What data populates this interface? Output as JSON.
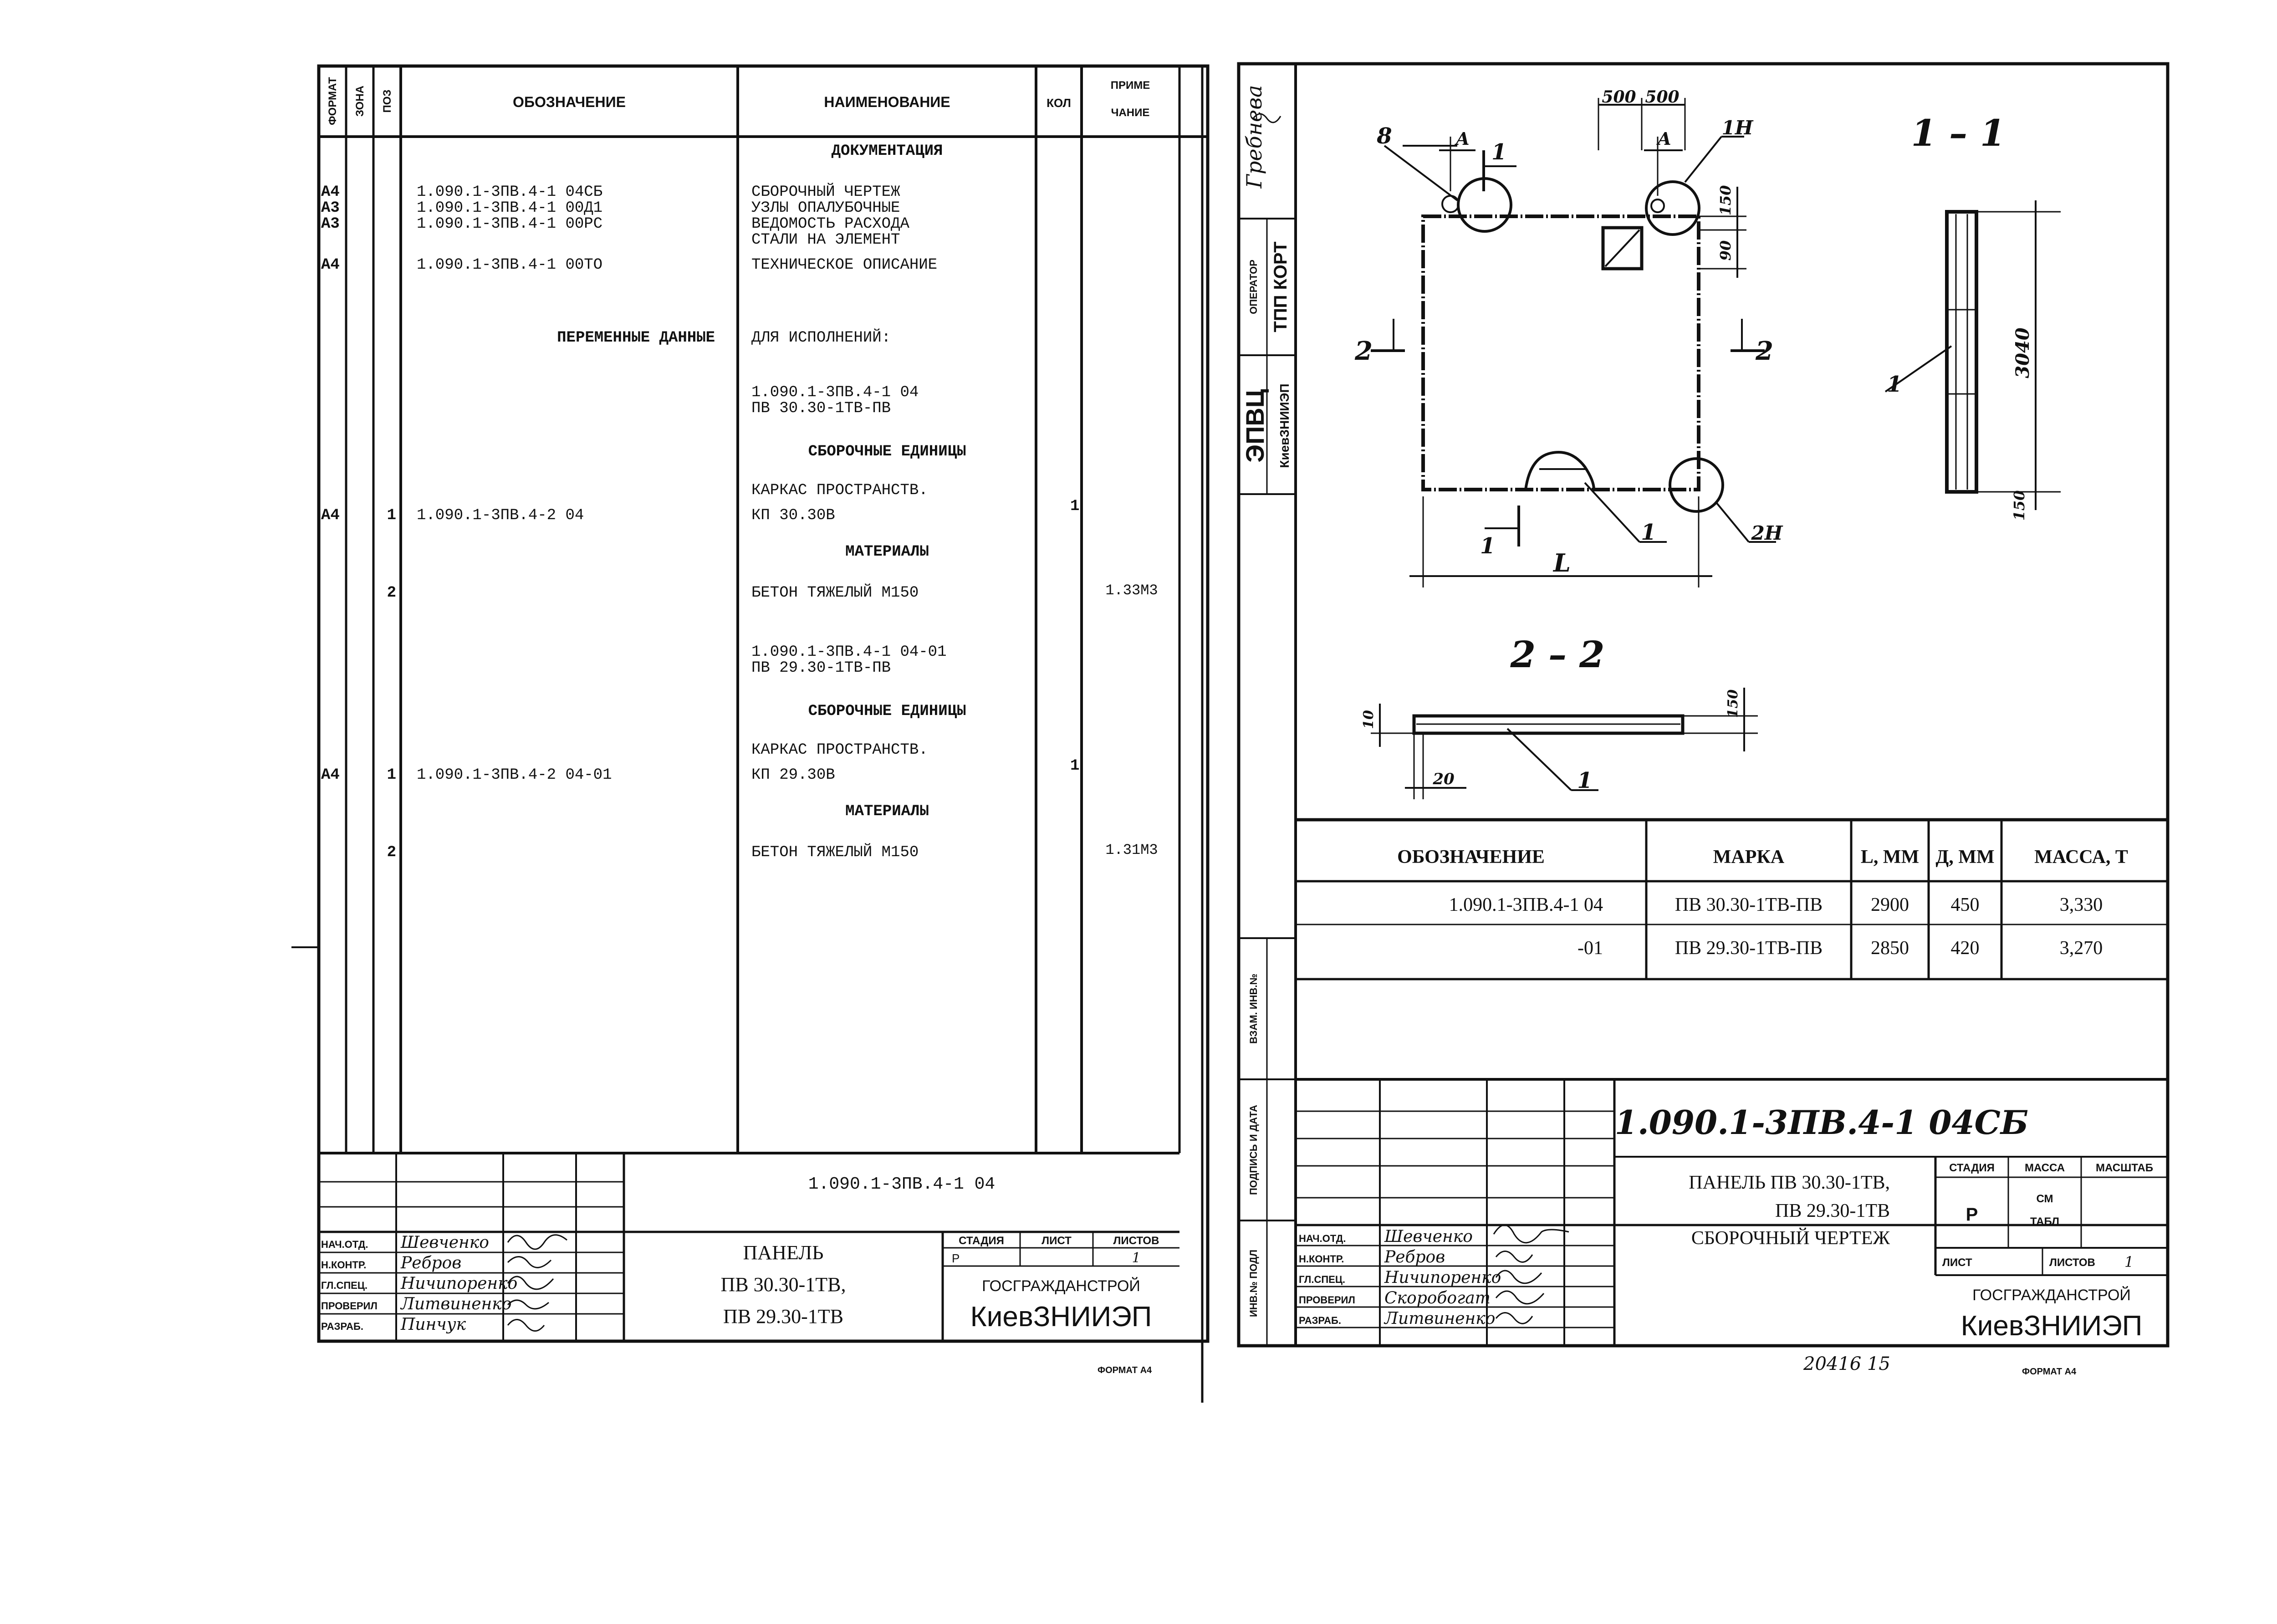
{
  "left_sheet": {
    "header": {
      "format": "ФОРМАТ",
      "zone": "ЗОНА",
      "pos": "ПОЗ",
      "designation": "ОБОЗНАЧЕНИЕ",
      "name": "НАИМЕНОВАНИЕ",
      "qty": "КОЛ",
      "note_1": "ПРИМЕ",
      "note_2": "ЧАНИЕ"
    },
    "rows": [
      {
        "fmt": "",
        "pos": "",
        "code": "",
        "name": "ДОКУМЕНТАЦИЯ",
        "qty": "",
        "note": "",
        "center": true
      },
      {
        "fmt": "А4",
        "pos": "",
        "code": "1.090.1-3ПВ.4-1 04СБ",
        "name": "СБОРОЧНЫЙ ЧЕРТЕЖ",
        "qty": "",
        "note": ""
      },
      {
        "fmt": "А3",
        "pos": "",
        "code": "1.090.1-3ПВ.4-1 00Д1",
        "name": "УЗЛЫ ОПАЛУБОЧНЫЕ",
        "qty": "",
        "note": ""
      },
      {
        "fmt": "А3",
        "pos": "",
        "code": "1.090.1-3ПВ.4-1 00РС",
        "name": "ВЕДОМОСТЬ РАСХОДА",
        "qty": "",
        "note": ""
      },
      {
        "fmt": "",
        "pos": "",
        "code": "",
        "name": " СТАЛИ НА ЭЛЕМЕНТ",
        "qty": "",
        "note": ""
      },
      {
        "fmt": "А4",
        "pos": "",
        "code": "1.090.1-3ПВ.4-1 00ТО",
        "name": "ТЕХНИЧЕСКОЕ ОПИСАНИЕ",
        "qty": "",
        "note": ""
      },
      {
        "fmt": "",
        "pos": "",
        "code": "ПЕРЕМЕННЫЕ ДАННЫЕ",
        "name": "ДЛЯ ИСПОЛНЕНИЙ:",
        "qty": "",
        "note": "",
        "code_right": true
      },
      {
        "fmt": "",
        "pos": "",
        "code": "",
        "name": "1.090.1-3ПВ.4-1 04",
        "qty": "",
        "note": ""
      },
      {
        "fmt": "",
        "pos": "",
        "code": "",
        "name": " ПВ 30.30-1ТВ-ПВ",
        "qty": "",
        "note": ""
      },
      {
        "fmt": "",
        "pos": "",
        "code": "",
        "name": "СБОРОЧНЫЕ ЕДИНИЦЫ",
        "qty": "",
        "note": "",
        "center": true
      },
      {
        "fmt": "",
        "pos": "",
        "code": "",
        "name": "КАРКАС ПРОСТРАНСТВ.",
        "qty": "",
        "note": ""
      },
      {
        "fmt": "А4",
        "pos": "1",
        "code": "1.090.1-3ПВ.4-2 04",
        "name": " КП 30.30В",
        "qty": "1",
        "note": ""
      },
      {
        "fmt": "",
        "pos": "",
        "code": "",
        "name": "МАТЕРИАЛЫ",
        "qty": "",
        "note": "",
        "center": true
      },
      {
        "fmt": "",
        "pos": "2",
        "code": "",
        "name": "БЕТОН ТЯЖЕЛЫЙ М150",
        "qty": "",
        "note": "1.33М3"
      },
      {
        "fmt": "",
        "pos": "",
        "code": "",
        "name": "1.090.1-3ПВ.4-1 04-01",
        "qty": "",
        "note": ""
      },
      {
        "fmt": "",
        "pos": "",
        "code": "",
        "name": " ПВ 29.30-1ТВ-ПВ",
        "qty": "",
        "note": ""
      },
      {
        "fmt": "",
        "pos": "",
        "code": "",
        "name": "СБОРОЧНЫЕ ЕДИНИЦЫ",
        "qty": "",
        "note": "",
        "center": true
      },
      {
        "fmt": "",
        "pos": "",
        "code": "",
        "name": "КАРКАС ПРОСТРАНСТВ.",
        "qty": "",
        "note": ""
      },
      {
        "fmt": "А4",
        "pos": "1",
        "code": "1.090.1-3ПВ.4-2 04-01",
        "name": " КП 29.30В",
        "qty": "1",
        "note": ""
      },
      {
        "fmt": "",
        "pos": "",
        "code": "",
        "name": "МАТЕРИАЛЫ",
        "qty": "",
        "note": "",
        "center": true
      },
      {
        "fmt": "",
        "pos": "2",
        "code": "",
        "name": "БЕТОН ТЯЖЕЛЫЙ М150",
        "qty": "",
        "note": "1.31М3"
      }
    ],
    "title_block": {
      "doc_code": "1.090.1-3ПВ.4-1 04",
      "title_1": "ПАНЕЛЬ",
      "title_2": "ПВ 30.30-1ТВ,",
      "title_3": "ПВ 29.30-1ТВ",
      "stage_label": "СТАДИЯ",
      "sheet_label": "ЛИСТ",
      "sheets_label": "ЛИСТОВ",
      "stage": "Р",
      "sheets": "1",
      "org_1": "ГОСГРАЖДАНСТРОЙ",
      "org_2": "КиевЗНИИЭП",
      "roles": [
        "НАЧ.ОТД.",
        "Н.КОНТР.",
        "ГЛ.СПЕЦ.",
        "ПРОВЕРИЛ",
        "РАЗРАБ."
      ],
      "names": [
        "Шевченко",
        "Ребров",
        "Ничипоренко",
        "Литвиненко",
        "Пинчук"
      ]
    },
    "format_note": "ФОРМАТ А4"
  },
  "right_sheet": {
    "side_block": {
      "surname": "Гребнева",
      "operator_label": "ОПЕРАТОР",
      "operator_dept": "ТПП КОРТ",
      "dept": "ЭПВЦ",
      "org_small": "КиевЗНИИЭП",
      "labels": [
        "ИНВ.№ ПОДЛ",
        "ПОДПИСЬ И ДАТА",
        "ВЗАМ. ИНВ.№"
      ]
    },
    "drawing": {
      "section_11": "1 – 1",
      "section_22": "2 – 2",
      "dims": {
        "d500a": "500",
        "d500b": "500",
        "d150a": "150",
        "d150b": "150",
        "d150c": "150",
        "dA1": "А",
        "dA2": "А",
        "dL": "L",
        "d3040": "3040",
        "d90": "90",
        "d20": "20",
        "d10": "10"
      },
      "callouts": {
        "c8": "8",
        "c1H": "1Н",
        "c2H": "2Н",
        "c1a": "1",
        "c1b": "1",
        "c1c": "1",
        "s1": "1",
        "s2": "2"
      }
    },
    "table": {
      "headers": [
        "ОБОЗНАЧЕНИЕ",
        "МАРКА",
        "L, ММ",
        "Д, ММ",
        "МАССА, Т"
      ],
      "rows": [
        [
          "1.090.1-3ПВ.4-1 04",
          "ПВ 30.30-1ТВ-ПВ",
          "2900",
          "450",
          "3,330"
        ],
        [
          "-01",
          "ПВ 29.30-1ТВ-ПВ",
          "2850",
          "420",
          "3,270"
        ]
      ]
    },
    "title_block": {
      "doc_code": "1.090.1-3ПВ.4-1 04СБ",
      "title_1": "ПАНЕЛЬ ПВ 30.30-1ТВ,",
      "title_2": "ПВ 29.30-1ТВ",
      "title_3": "СБОРОЧНЫЙ ЧЕРТЕЖ",
      "stage_label": "СТАДИЯ",
      "mass_label": "МАССА",
      "scale_label": "МАСШТАБ",
      "stage": "Р",
      "mass_1": "СМ",
      "mass_2": "ТАБЛ",
      "sheet_label": "ЛИСТ",
      "sheets_label": "ЛИСТОВ",
      "sheets": "1",
      "org_1": "ГОСГРАЖДАНСТРОЙ",
      "org_2": "КиевЗНИИЭП",
      "roles": [
        "НАЧ.ОТД.",
        "Н.КОНТР.",
        "ГЛ.СПЕЦ.",
        "ПРОВЕРИЛ",
        "РАЗРАБ."
      ],
      "names": [
        "Шевченко",
        "Ребров",
        "Ничипоренко",
        "Скоробогат",
        "Литвиненко"
      ]
    },
    "footer_number": "20416   15",
    "format_note": "ФОРМАТ А4"
  }
}
